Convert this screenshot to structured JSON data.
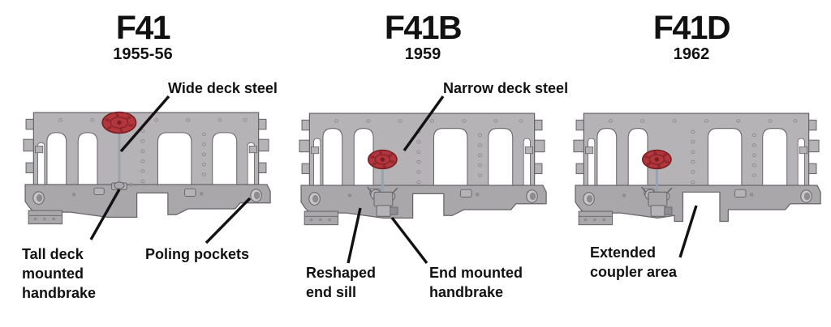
{
  "panels": [
    {
      "id": "f41",
      "title": "F41",
      "years": "1955-56"
    },
    {
      "id": "f41b",
      "title": "F41B",
      "years": "1959"
    },
    {
      "id": "f41d",
      "title": "F41D",
      "years": "1962"
    }
  ],
  "annotations": {
    "wide_deck_steel": "Wide deck steel",
    "tall_deck_handbrake": "Tall deck\nmounted\nhandbrake",
    "poling_pockets": "Poling pockets",
    "narrow_deck_steel": "Narrow deck steel",
    "reshaped_end_sill": "Reshaped\nend sill",
    "end_mounted_handbrake": "End mounted\nhandbrake",
    "extended_coupler_area": "Extended\ncoupler area"
  },
  "colors": {
    "body": "#b6b3b7",
    "body_outline": "#67646a",
    "sill": "#aaa7ab",
    "sill_shadow": "#8f8c90",
    "window": "#ffffff",
    "rivet": "#8a878b",
    "wheel": "#b2363b",
    "wheel_dark": "#7a1f24",
    "stem": "#9aa3ad",
    "leader_line": "#121212",
    "text": "#111111",
    "background": "#ffffff"
  }
}
